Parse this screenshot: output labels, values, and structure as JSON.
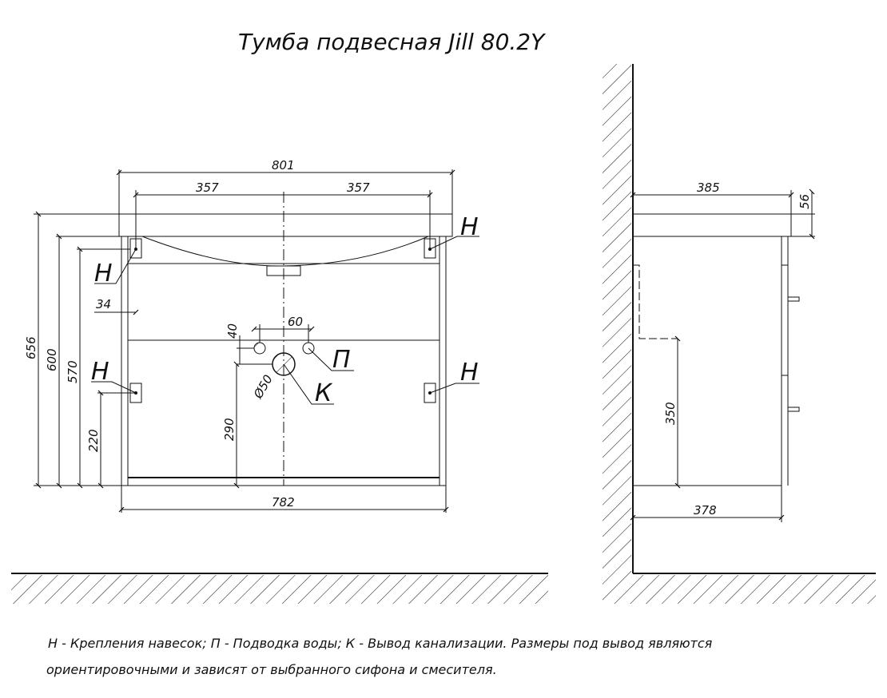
{
  "title": "Тумба подвесная Jill 80.2Y",
  "front_view": {
    "dims": {
      "total_width": "801",
      "half_left": "357",
      "half_right": "357",
      "body_width": "782",
      "height_total": "656",
      "height_600": "600",
      "height_570": "570",
      "height_220": "220",
      "height_290": "290",
      "offset_34": "34",
      "offset_40": "40",
      "spacing_60": "60",
      "diameter": "Ø50"
    },
    "labels": {
      "mount_tl": "Н",
      "mount_tr": "Н",
      "mount_bl": "Н",
      "mount_br": "Н",
      "water": "П",
      "drain": "К"
    }
  },
  "side_view": {
    "dims": {
      "depth_top": "385",
      "top_thickness": "56",
      "depth_body": "378",
      "height_350": "350"
    }
  },
  "legend": {
    "line1": "Н - Крепления навесок; П - Подводка воды; К - Вывод канализации. Размеры под вывод являются",
    "line2": "ориентировочными и зависят от выбранного сифона и смесителя."
  }
}
